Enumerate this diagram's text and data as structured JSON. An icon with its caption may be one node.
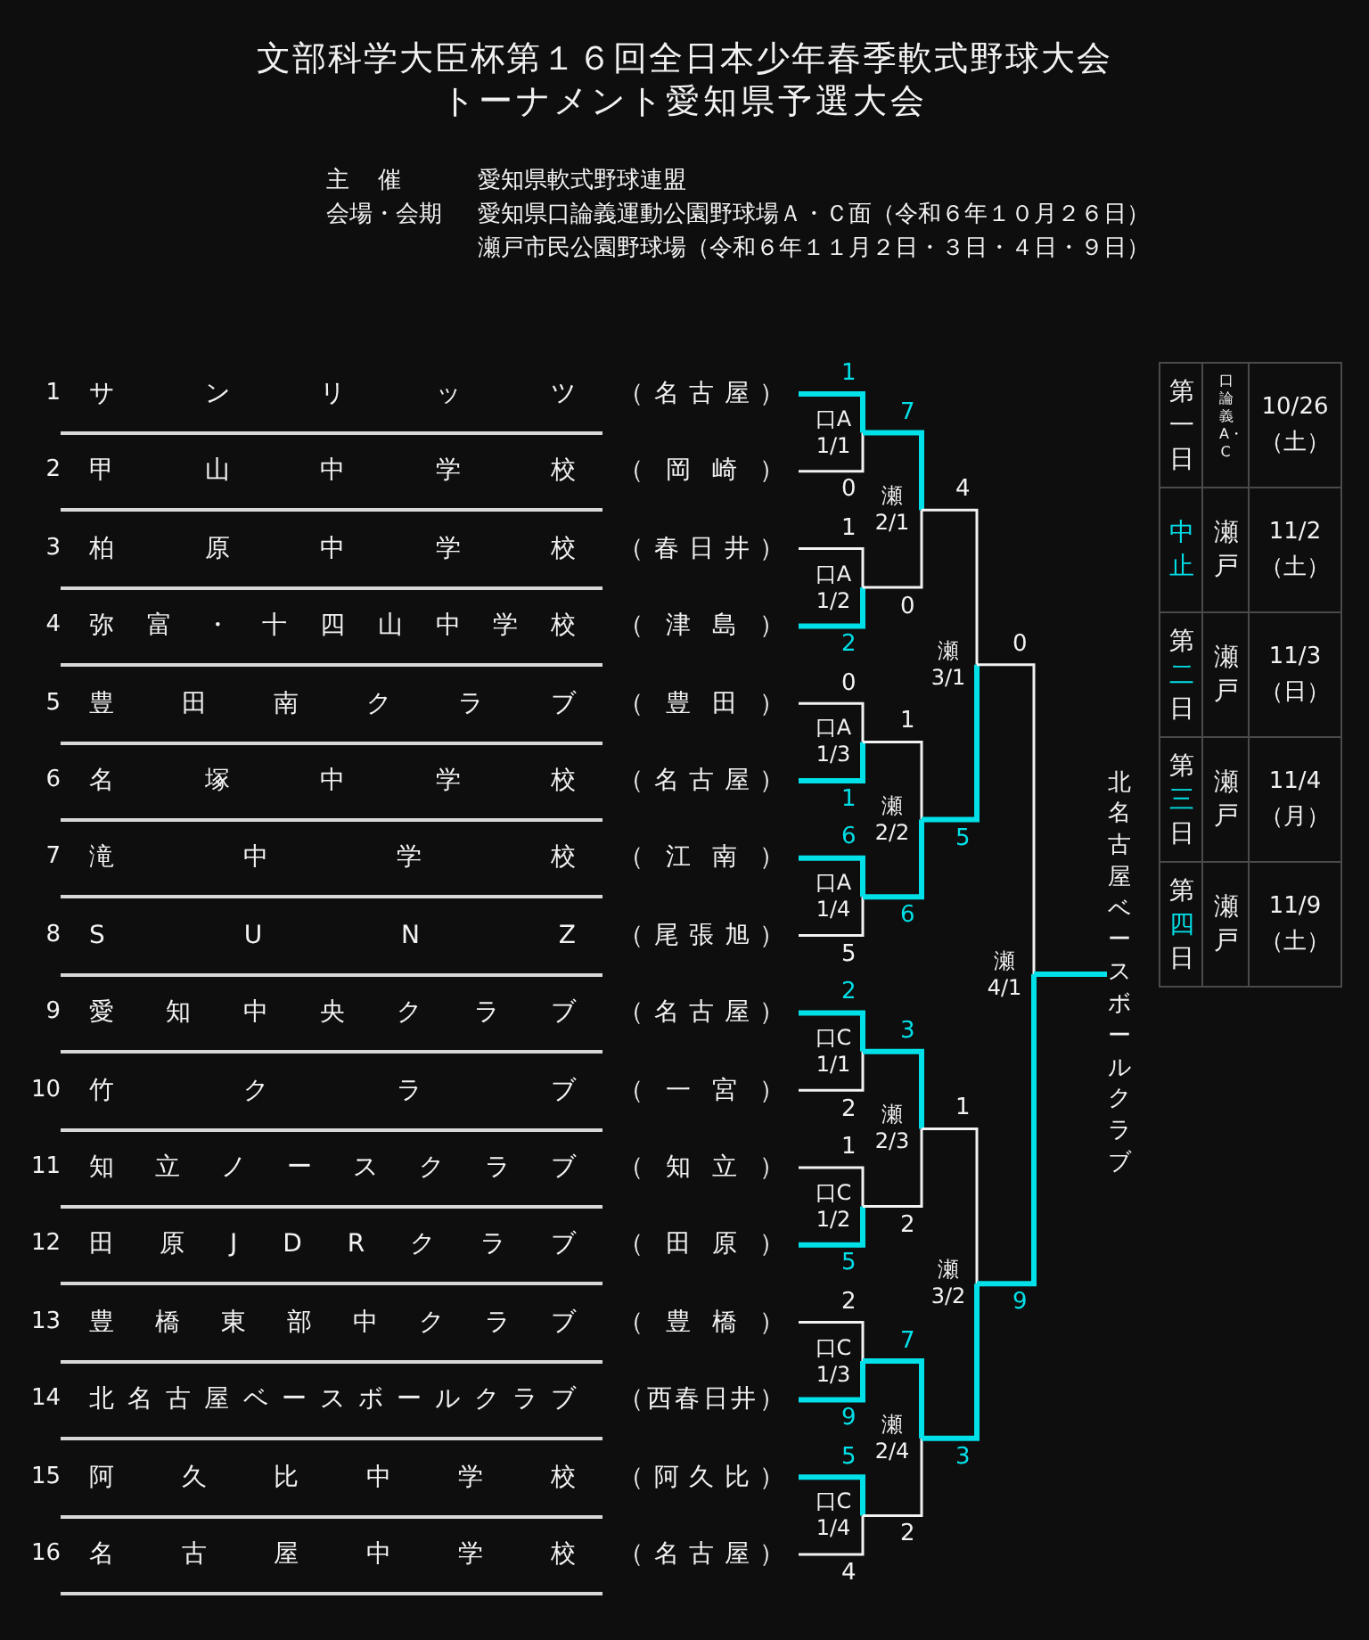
{
  "diagram": {
    "title": "文部科学大臣杯第１６回全日本少年春季軟式野球大会",
    "nodes": [
      {
        "text": [
          "1",
          "サンリッツ",
          "（名古屋）"
        ]
      },
      {
        "text": [
          "2",
          "甲山中学校",
          "（岡崎）"
        ]
      },
      {
        "text": [
          "3",
          "柏原中学校",
          "（春日井）"
        ]
      },
      {
        "text": [
          "4",
          "弥富・十四山中学校",
          "（津島）"
        ]
      },
      {
        "text": [
          "5",
          "豊田南クラブ",
          "（豊田）"
        ]
      },
      {
        "text": [
          "6",
          "名塚中学校",
          "（名古屋）"
        ]
      },
      {
        "text": [
          "7",
          "滝中学校",
          "（江南）"
        ]
      },
      {
        "text": [
          "8",
          "SUNZ",
          "（尾張旭）"
        ]
      },
      {
        "text": [
          "9",
          "愛知中央クラブ",
          "（名古屋）"
        ]
      },
      {
        "text": [
          "10",
          "竹クラブ",
          "（一宮）"
        ]
      },
      {
        "text": [
          "11",
          "知立ノースクラブ",
          "（知立）"
        ]
      },
      {
        "text": [
          "12",
          "田原JDRクラブ",
          "（田原）"
        ]
      },
      {
        "text": [
          "13",
          "豊橋東部中クラブ",
          "（豊橋）"
        ]
      },
      {
        "text": [
          "14",
          "北名古屋ベースボールクラブ",
          "（西春日井）"
        ]
      },
      {
        "text": [
          "15",
          "阿久比中学校",
          "（阿久比）"
        ]
      },
      {
        "text": [
          "16",
          "名古屋中学校",
          "（名古屋）"
        ]
      },
      {
        "text": [
          "口A 1/1"
        ]
      },
      {
        "text": [
          "口A 1/2"
        ]
      },
      {
        "text": [
          "口A 1/3"
        ]
      },
      {
        "text": [
          "口A 1/4"
        ]
      },
      {
        "text": [
          "口C 1/1"
        ]
      },
      {
        "text": [
          "口C 1/2"
        ]
      },
      {
        "text": [
          "口C 1/3"
        ]
      },
      {
        "text": [
          "口C 1/4"
        ]
      },
      {
        "text": [
          "瀬 2/1"
        ]
      },
      {
        "text": [
          "瀬 2/2"
        ]
      },
      {
        "text": [
          "瀬 2/3"
        ]
      },
      {
        "text": [
          "瀬 2/4"
        ]
      },
      {
        "text": [
          "瀬 3/1"
        ]
      },
      {
        "text": [
          "瀬 3/2"
        ]
      },
      {
        "text": [
          "瀬 4/1"
        ]
      },
      {
        "text": [
          "北名古屋ベースボールクラブ"
        ]
      }
    ],
    "edges": [
      {
        "from": 0,
        "to": 16,
        "arrow": "none",
        "label": "1"
      },
      {
        "from": 1,
        "to": 16,
        "arrow": "none",
        "label": "0",
        "color": "#f2f2f2"
      },
      {
        "from": 2,
        "to": 17,
        "arrow": "none",
        "label": "1",
        "color": "#f2f2f2"
      },
      {
        "from": 3,
        "to": 17,
        "arrow": "none",
        "label": "2"
      },
      {
        "from": 4,
        "to": 18,
        "arrow": "none",
        "label": "0",
        "color": "#f2f2f2"
      },
      {
        "from": 5,
        "to": 18,
        "arrow": "none",
        "label": "1"
      },
      {
        "from": 6,
        "to": 19,
        "arrow": "none",
        "label": "6"
      },
      {
        "from": 7,
        "to": 19,
        "arrow": "none",
        "label": "5",
        "color": "#f2f2f2"
      },
      {
        "from": 8,
        "to": 20,
        "arrow": "none",
        "label": "2"
      },
      {
        "from": 9,
        "to": 20,
        "arrow": "none",
        "label": "2",
        "color": "#f2f2f2"
      },
      {
        "from": 10,
        "to": 21,
        "arrow": "none",
        "label": "1",
        "color": "#f2f2f2"
      },
      {
        "from": 11,
        "to": 21,
        "arrow": "none",
        "label": "5"
      },
      {
        "from": 12,
        "to": 22,
        "arrow": "none",
        "label": "2",
        "color": "#f2f2f2"
      },
      {
        "from": 13,
        "to": 22,
        "arrow": "none",
        "label": "9"
      },
      {
        "from": 14,
        "to": 23,
        "arrow": "none",
        "label": "5"
      },
      {
        "from": 15,
        "to": 23,
        "arrow": "none",
        "label": "4",
        "color": "#f2f2f2"
      },
      {
        "from": 16,
        "to": 24,
        "arrow": "none",
        "label": "7"
      },
      {
        "from": 17,
        "to": 24,
        "arrow": "none",
        "label": "0",
        "color": "#f2f2f2"
      },
      {
        "from": 18,
        "to": 25,
        "arrow": "none",
        "label": "1",
        "color": "#f2f2f2"
      },
      {
        "from": 19,
        "to": 25,
        "arrow": "none",
        "label": "6"
      },
      {
        "from": 20,
        "to": 26,
        "arrow": "none",
        "label": "3"
      },
      {
        "from": 21,
        "to": 26,
        "arrow": "none",
        "label": "2",
        "color": "#f2f2f2"
      },
      {
        "from": 22,
        "to": 27,
        "arrow": "none",
        "label": "7"
      },
      {
        "from": 23,
        "to": 27,
        "arrow": "none",
        "label": "2",
        "color": "#f2f2f2"
      },
      {
        "from": 24,
        "to": 28,
        "arrow": "none",
        "label": "4",
        "color": "#f2f2f2"
      },
      {
        "from": 25,
        "to": 28,
        "arrow": "none",
        "label": "5"
      },
      {
        "from": 26,
        "to": 29,
        "arrow": "none",
        "label": "1",
        "color": "#f2f2f2"
      },
      {
        "from": 27,
        "to": 29,
        "arrow": "none",
        "label": "3"
      },
      {
        "from": 28,
        "to": 30,
        "arrow": "none",
        "label": "0",
        "color": "#f2f2f2"
      },
      {
        "from": 29,
        "to": 30,
        "arrow": "none",
        "label": "9"
      },
      {
        "from": 30,
        "to": 31,
        "arrow": "none"
      }
    ],
    "labels": [
      "トーナメント愛知県予選大会",
      "主催",
      "愛知県軟式野球連盟",
      "会場・会期",
      "愛知県口論義運動公園野球場Ａ・Ｃ面（令和６年１０月２６日）",
      "瀬戸市民公園野球場（令和６年１１月２日・３日・４日・９日）",
      "第一日",
      "口論義A・C",
      "10/26 （土）",
      "中止",
      "瀬戸",
      "11/2 （土）",
      "第二日",
      "瀬戸",
      "11/3 （日）",
      "第三日",
      "瀬戸",
      "11/4 （月）",
      "第四日",
      "瀬戸",
      "11/9 （土）"
    ]
  }
}
